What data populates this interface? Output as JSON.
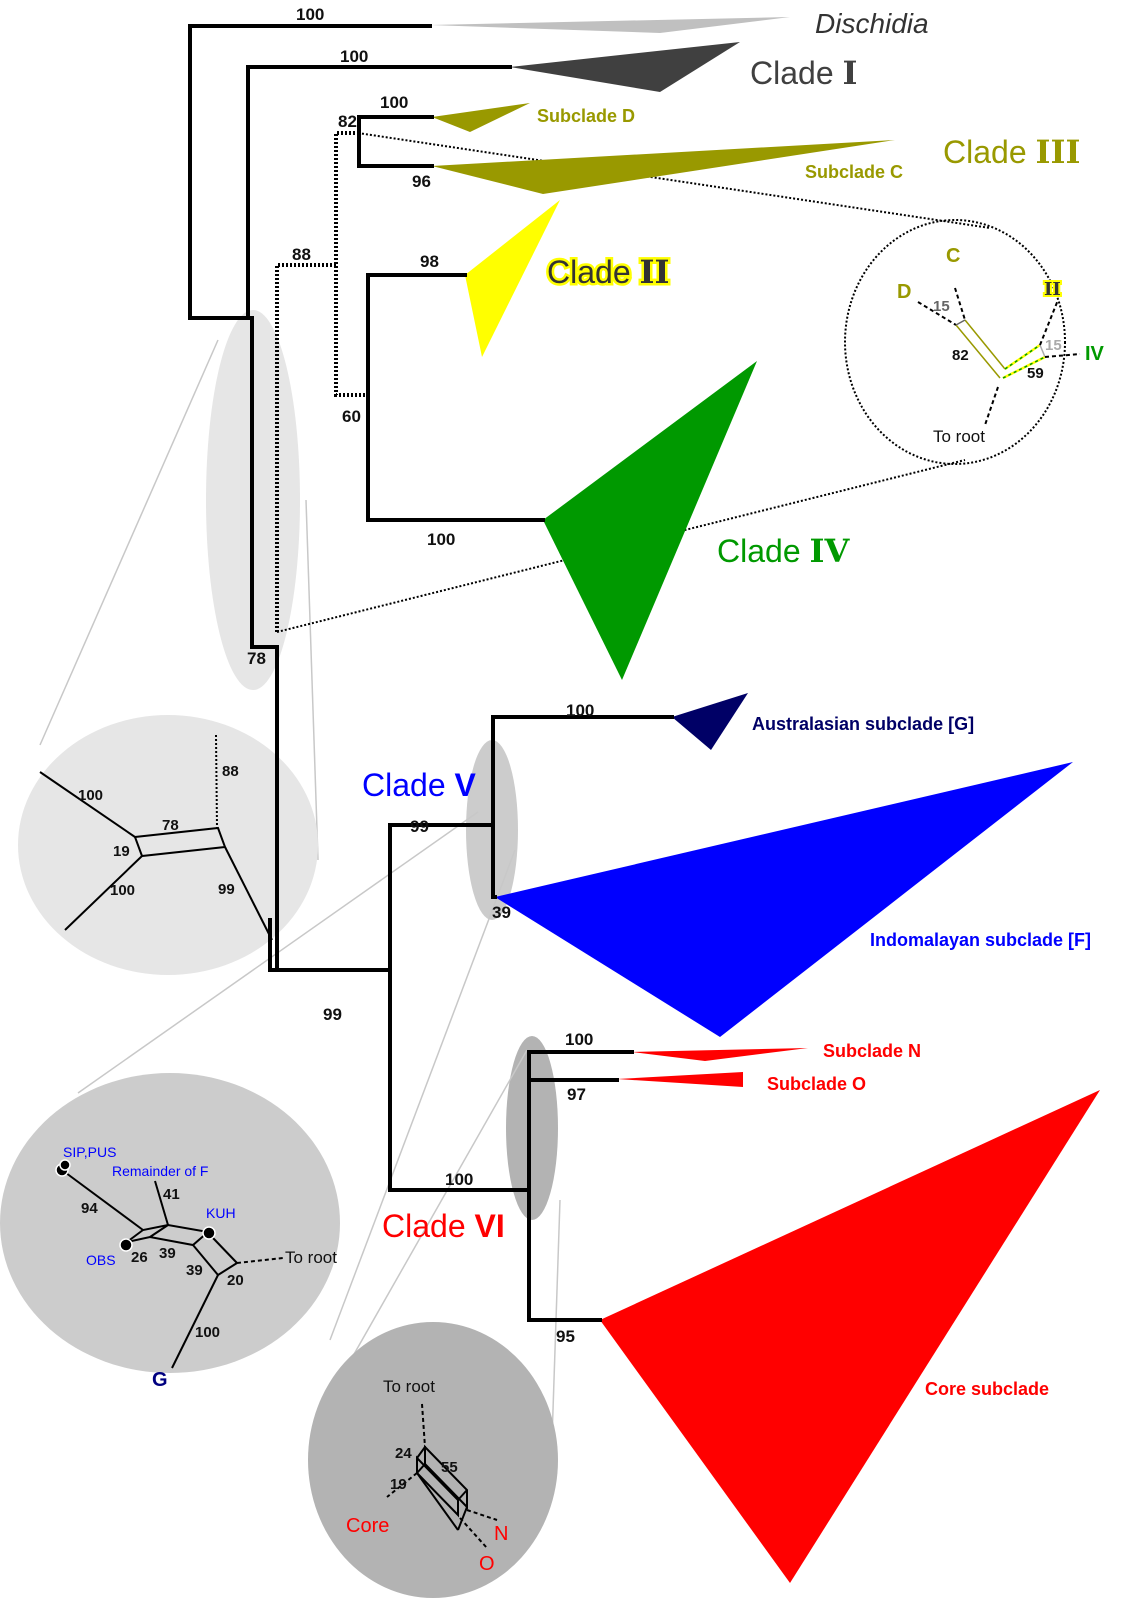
{
  "figure": {
    "taxa": {
      "dischidia": {
        "label": "Dischidia",
        "color": "#c0c0c0",
        "text_color": "#333333",
        "support": "100"
      },
      "clade_i": {
        "label": "Clade ",
        "numeral": "I",
        "color": "#404040",
        "support": "100"
      },
      "clade_iii": {
        "label": "Clade ",
        "numeral": "III",
        "color": "#999900",
        "support_stem": "82"
      },
      "subclade_d": {
        "label": "Subclade D",
        "color": "#999900",
        "support": "100"
      },
      "subclade_c": {
        "label": "Subclade C",
        "color": "#999900",
        "support": "96"
      },
      "clade_ii": {
        "label": "Clade ",
        "numeral": "II",
        "color": "#ffff00",
        "support": "98"
      },
      "clade_iv": {
        "label": "Clade ",
        "numeral": "IV",
        "color": "#009900",
        "support": "100"
      },
      "clade_v": {
        "label": "Clade ",
        "numeral": "V",
        "color": "#0000ff",
        "support": "99"
      },
      "subclade_g": {
        "label": "Australasian subclade [G]",
        "color": "#000066",
        "support": "100"
      },
      "subclade_f": {
        "label": "Indomalayan subclade [F]",
        "color": "#0000ff",
        "support": "39"
      },
      "clade_vi": {
        "label": "Clade ",
        "numeral": "VI",
        "color": "#ff0000",
        "support": "100"
      },
      "subclade_n": {
        "label": "Subclade N",
        "color": "#ff0000",
        "support": "100"
      },
      "subclade_o": {
        "label": "Subclade O",
        "color": "#ff0000",
        "support": "97"
      },
      "core": {
        "label": "Core subclade",
        "color": "#ff0000",
        "support": "95"
      }
    },
    "node_support": {
      "n88": "88",
      "n60": "60",
      "n78": "78",
      "n99_root_v_vi": "99"
    },
    "insets": {
      "clade_iii_network": {
        "labels": {
          "c": "C",
          "d": "D",
          "ii": "II",
          "iv": "IV",
          "root": "To root"
        },
        "values": {
          "cd_split": "15",
          "c_iii": "82",
          "ii_iv_split": "15",
          "ii_iv": "59"
        }
      },
      "backbone_network": {
        "values": {
          "top_left": "100",
          "bottom_left": "100",
          "box_top": "78",
          "box_left": "19",
          "top_right": "88",
          "bottom_right": "99"
        }
      },
      "clade_v_network": {
        "labels": {
          "sip_pus": "SIP,PUS",
          "remainder": "Remainder of F",
          "kuh": "KUH",
          "obs": "OBS",
          "root": "To root",
          "g": "G"
        },
        "values": {
          "sip": "94",
          "remainder": "41",
          "obs": "26",
          "a39": "39",
          "b39": "39",
          "root_split": "20",
          "g": "100"
        }
      },
      "clade_vi_network": {
        "labels": {
          "root": "To root",
          "core": "Core",
          "n": "N",
          "o": "O"
        },
        "values": {
          "v24": "24",
          "v55": "55",
          "v19": "19"
        }
      }
    },
    "colors": {
      "inset_light": "#e6e6e6",
      "inset_mid": "#cccccc",
      "inset_dark": "#b3b3b3",
      "kuh_blue": "#0000ff",
      "g_navy": "#000080"
    }
  }
}
